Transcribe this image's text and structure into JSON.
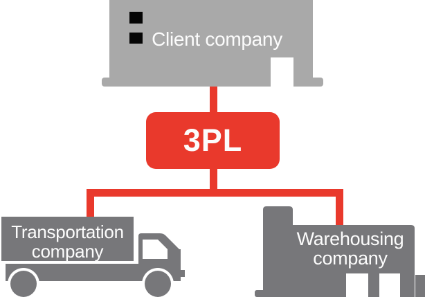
{
  "diagram": {
    "nodes": {
      "client": {
        "label": "Client company"
      },
      "hub": {
        "label": "3PL"
      },
      "transportation": {
        "label": "Transportation\ncompany"
      },
      "warehousing": {
        "label": "Warehousing\ncompany"
      }
    }
  },
  "colors": {
    "accent_red": "#e9392c",
    "client_gray": "#a9a9a9",
    "fleet_gray": "#77777a",
    "label_white": "#fcfcfc",
    "window_black": "#050505",
    "background": "#ffffff"
  }
}
